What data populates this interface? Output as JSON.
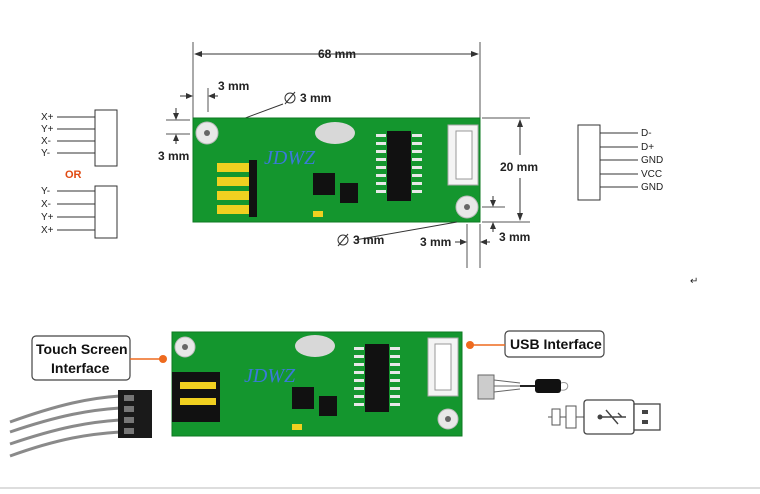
{
  "dimensions": {
    "width": "68 mm",
    "height": "20 mm",
    "hole_offset_x_top": "3 mm",
    "hole_offset_y_top": "3 mm",
    "hole_diameter_top": "3 mm",
    "hole_diameter_bottom": "3 mm",
    "hole_offset_x_bottom": "3 mm",
    "hole_offset_y_bottom": "3 mm"
  },
  "brand": "JDWZ",
  "left_connector_a": [
    "X+",
    "Y+",
    "X-",
    "Y-"
  ],
  "or_text": "OR",
  "left_connector_b": [
    "Y-",
    "X-",
    "Y+",
    "X+"
  ],
  "right_connector": [
    "D-",
    "D+",
    "GND",
    "VCC",
    "GND"
  ],
  "callouts": {
    "touch_line1": "Touch Screen",
    "touch_line2": "Interface",
    "usb": "USB Interface"
  },
  "colors": {
    "pcb": "#14962e",
    "pcb_dark": "#0e7a22",
    "gold": "#f0d020",
    "chip": "#111111",
    "callout_dot": "#ee6a1e"
  }
}
